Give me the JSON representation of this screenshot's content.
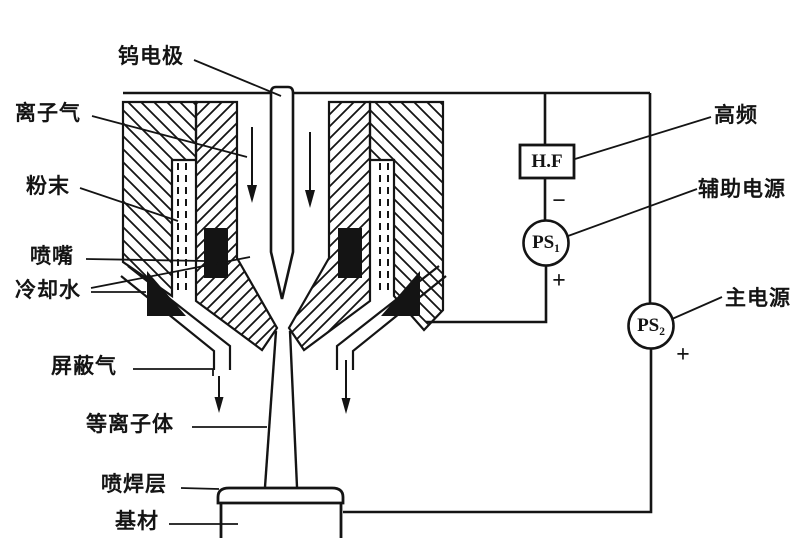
{
  "figure": {
    "type": "engineering-cross-section-diagram",
    "subject": "plasma spray welding torch with power circuit",
    "colors": {
      "ink": "#141414",
      "background": "#ffffff"
    },
    "labels": {
      "tungsten_electrode": "钨电极",
      "ion_gas": "离子气",
      "powder": "粉末",
      "nozzle": "喷嘴",
      "cooling_water": "冷却水",
      "shielding_gas": "屏蔽气",
      "plasma": "等离子体",
      "spray_weld_layer": "喷焊层",
      "base_material": "基材",
      "high_frequency": "高频",
      "auxiliary_power": "辅助电源",
      "main_power": "主电源"
    },
    "components": {
      "hf_box": "H.F",
      "ps1": "PS₁",
      "ps2": "PS₂",
      "ps1_minus": "−",
      "ps1_plus": "+",
      "ps2_plus": "+"
    }
  }
}
